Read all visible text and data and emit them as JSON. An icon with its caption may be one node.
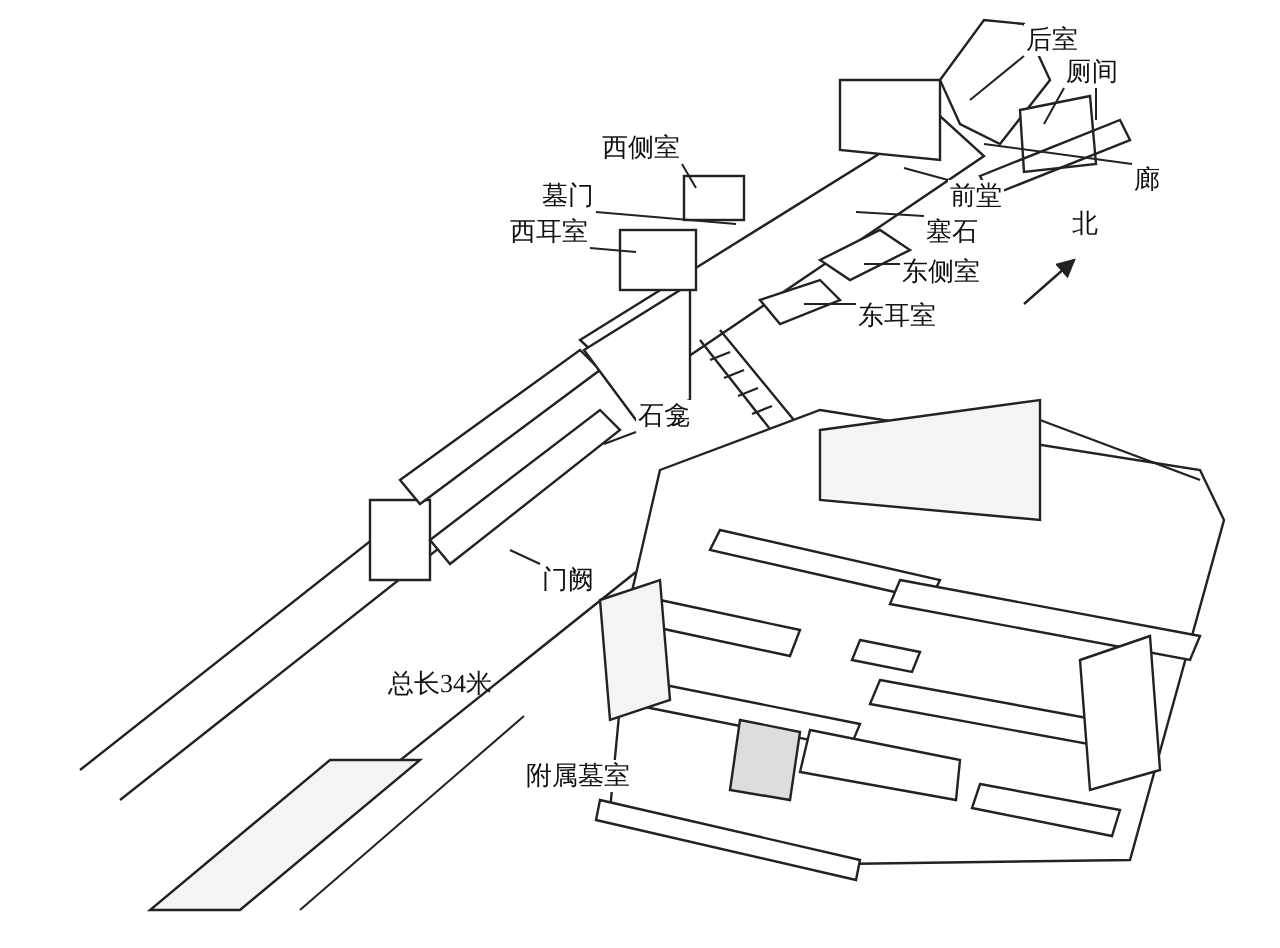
{
  "diagram": {
    "nodes": [
      {
        "text": [
          "后室"
        ]
      },
      {
        "text": [
          "厕间"
        ]
      },
      {
        "text": [
          "廊"
        ]
      },
      {
        "text": [
          "西侧室"
        ]
      },
      {
        "text": [
          "墓门"
        ]
      },
      {
        "text": [
          "西耳室"
        ]
      },
      {
        "text": [
          "前堂"
        ]
      },
      {
        "text": [
          "塞石"
        ]
      },
      {
        "text": [
          "东侧室"
        ]
      },
      {
        "text": [
          "东耳室"
        ]
      },
      {
        "text": [
          "石龛"
        ]
      },
      {
        "text": [
          "门阙"
        ]
      },
      {
        "text": [
          "附属墓室"
        ]
      }
    ],
    "edges": [
      {
        "from": 0,
        "to": null,
        "arrow": "none"
      },
      {
        "from": 1,
        "to": null,
        "arrow": "none"
      },
      {
        "from": 1,
        "to": null,
        "arrow": "none"
      },
      {
        "from": 2,
        "to": null,
        "arrow": "none"
      },
      {
        "from": 3,
        "to": null,
        "arrow": "none"
      },
      {
        "from": 4,
        "to": null,
        "arrow": "none"
      },
      {
        "from": 5,
        "to": null,
        "arrow": "none"
      },
      {
        "from": 6,
        "to": null,
        "arrow": "none"
      },
      {
        "from": 7,
        "to": null,
        "arrow": "none"
      },
      {
        "from": 8,
        "to": null,
        "arrow": "none"
      },
      {
        "from": 9,
        "to": null,
        "arrow": "none"
      },
      {
        "from": 10,
        "to": null,
        "arrow": "none"
      },
      {
        "from": 11,
        "to": null,
        "arrow": "none"
      }
    ],
    "labels": [
      "北",
      "总长34米"
    ]
  }
}
